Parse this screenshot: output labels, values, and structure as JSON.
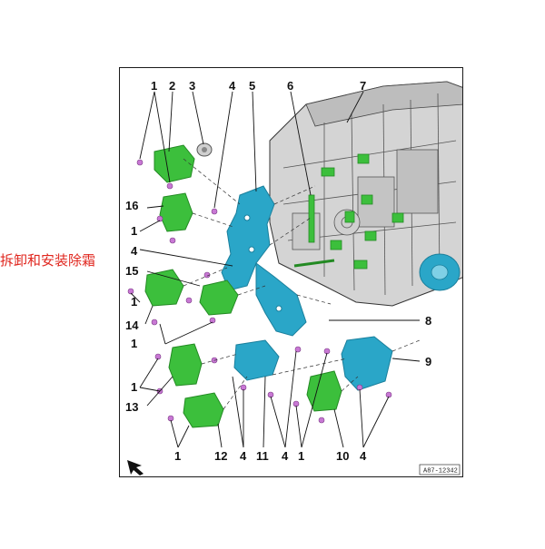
{
  "caption": "拆卸和安装除霜",
  "reference": "A87-12342",
  "callouts": {
    "c1a": "1",
    "c2": "2",
    "c3": "3",
    "c4a": "4",
    "c5": "5",
    "c6": "6",
    "c7": "7",
    "c16": "16",
    "c1b": "1",
    "c4b": "4",
    "c15": "15",
    "c1c": "1",
    "c14": "14",
    "c1d": "1",
    "c8": "8",
    "c9": "9",
    "c1e": "1",
    "c13": "13",
    "c1f": "1",
    "c12": "12",
    "c4c": "4",
    "c11": "11",
    "c4d": "4",
    "c1g": "1",
    "c10": "10",
    "c4e": "4"
  },
  "colors": {
    "bracket": "#2aa6c8",
    "bracket_dark": "#1a7f9c",
    "valve": "#3cbf3c",
    "valve_dark": "#238a23",
    "screw": "#c878d4",
    "housing": "#c8c8c8",
    "caption": "#e0271f"
  },
  "icons": {
    "orientation": "arrow-icon"
  }
}
